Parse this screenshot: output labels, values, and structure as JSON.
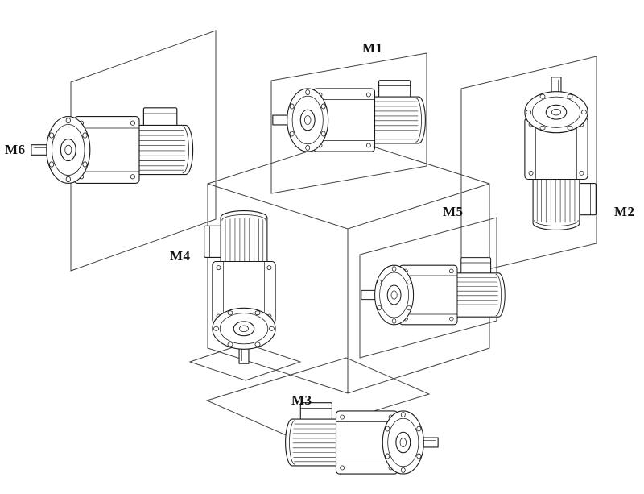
{
  "figure": {
    "diagram_type": "gearmotor-mounting-positions",
    "labels": {
      "m1": "M1",
      "m2": "M2",
      "m3": "M3",
      "m4": "M4",
      "m5": "M5",
      "m6": "M6"
    },
    "colors": {
      "line": "#1b1b1b",
      "construction_line": "#404040",
      "background": "#ffffff"
    }
  }
}
